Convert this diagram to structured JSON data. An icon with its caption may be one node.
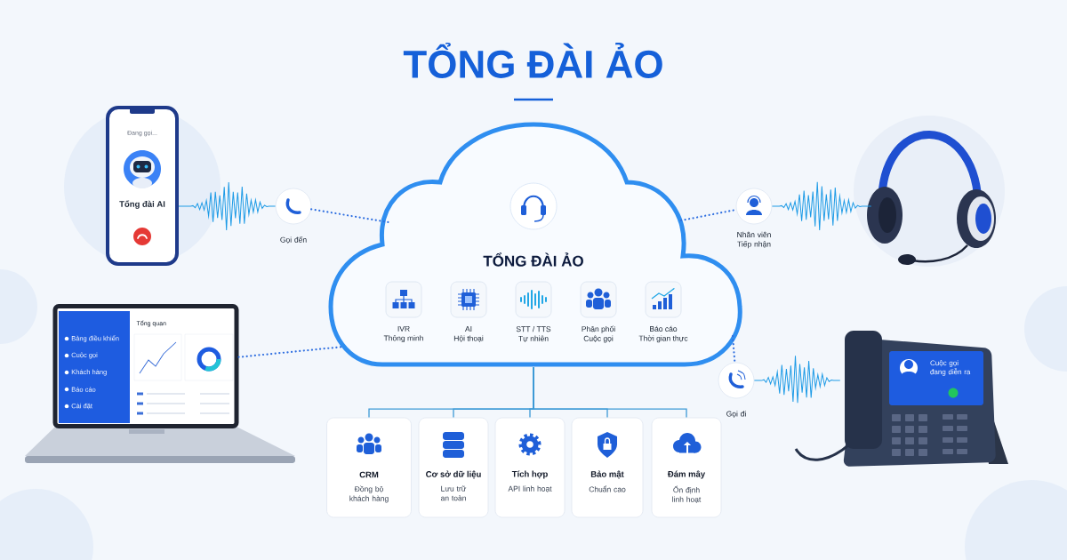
{
  "diagram": {
    "title": "TỔNG ĐÀI ẢO",
    "nodes": [
      {
        "text": [
          "Đang gọi...",
          "Tổng đài AI"
        ]
      },
      {
        "text": [
          "Gọi đến"
        ]
      },
      {
        "text": [
          "Tổng quan",
          "Bảng điều khiển",
          "Cuộc gọi",
          "Khách hàng",
          "Báo cáo",
          "Cài đặt"
        ]
      },
      {
        "text": [
          "TỔNG ĐÀI ẢO"
        ]
      },
      {
        "text": [
          "IVR",
          "Thông minh"
        ],
        "in": 3
      },
      {
        "text": [
          "AI",
          "Hội thoại"
        ],
        "in": 3
      },
      {
        "text": [
          "STT / TTS",
          "Tự nhiên"
        ],
        "in": 3
      },
      {
        "text": [
          "Phân phối",
          "Cuộc gọi"
        ],
        "in": 3
      },
      {
        "text": [
          "Báo cáo",
          "Thời gian thực"
        ],
        "in": 3
      },
      {
        "text": [
          "Nhân viên Tiếp nhận"
        ]
      },
      {
        "text": [],
        "shape": "picture"
      },
      {
        "text": [
          "Gọi đi"
        ]
      },
      {
        "text": [
          "Cuộc gọi đang diễn ra"
        ]
      },
      {
        "text": [
          "CRM",
          "Đồng bộ khách hàng"
        ]
      },
      {
        "text": [
          "Cơ sở dữ liệu",
          "Lưu trữ an toàn"
        ]
      },
      {
        "text": [
          "Tích hợp",
          "API linh hoạt"
        ]
      },
      {
        "text": [
          "Bảo mật",
          "Chuẩn cao"
        ]
      },
      {
        "text": [
          "Đám mây",
          "Ổn định linh hoạt"
        ]
      }
    ],
    "edges": [
      {
        "from": 0,
        "to": 1,
        "arrow": "none",
        "color": "#1e9be6"
      },
      {
        "from": 1,
        "to": 3,
        "arrow": "none",
        "style": "dashed",
        "color": "#2f6fe0"
      },
      {
        "from": 2,
        "to": 3,
        "arrow": "none",
        "style": "dashed",
        "color": "#2f6fe0"
      },
      {
        "from": 3,
        "to": 9,
        "arrow": "none",
        "style": "dashed",
        "color": "#2f6fe0"
      },
      {
        "from": 9,
        "to": 10,
        "arrow": "none",
        "color": "#1e9be6"
      },
      {
        "from": 3,
        "to": 11,
        "arrow": "none",
        "style": "dashed",
        "color": "#2f6fe0"
      },
      {
        "from": 11,
        "to": 12,
        "arrow": "none",
        "color": "#1e9be6"
      },
      {
        "from": 3,
        "to": 13,
        "arrow": "none"
      },
      {
        "from": 3,
        "to": 14,
        "arrow": "none"
      },
      {
        "from": 3,
        "to": 15,
        "arrow": "none"
      },
      {
        "from": 3,
        "to": 16,
        "arrow": "none"
      },
      {
        "from": 3,
        "to": 17,
        "arrow": "none"
      }
    ]
  }
}
